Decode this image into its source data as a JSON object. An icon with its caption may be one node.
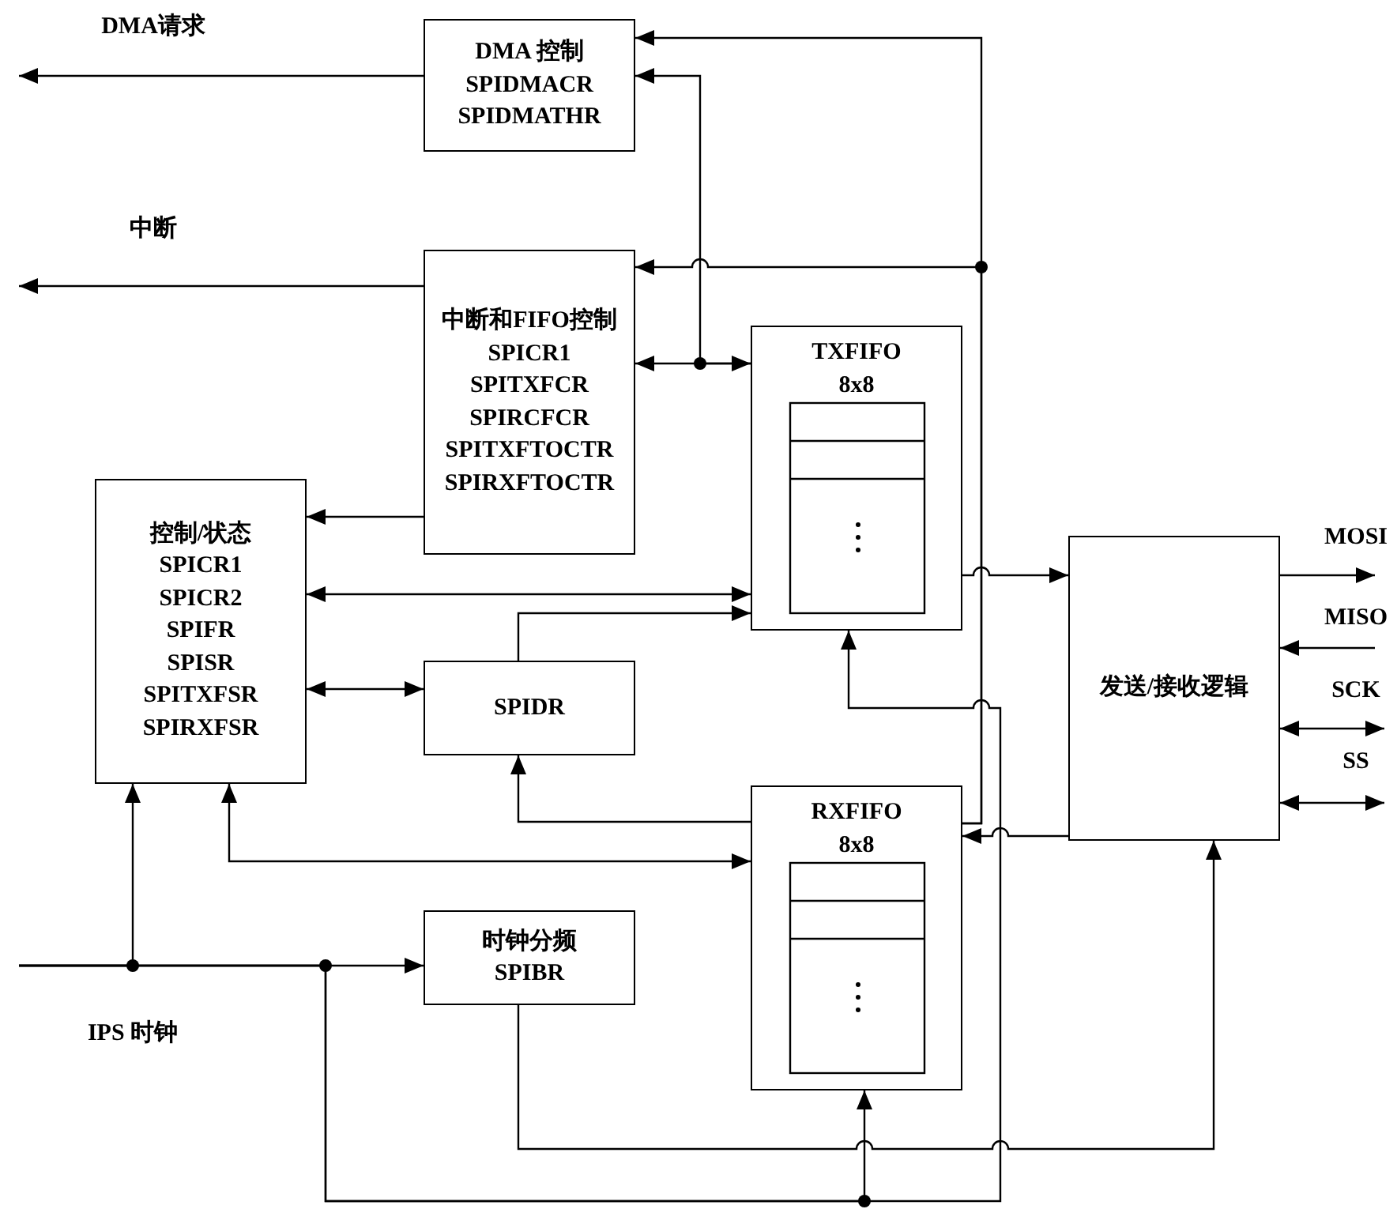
{
  "diagram": {
    "nodes": [
      {
        "text": [
          "DMA 控制",
          "SPIDMACR",
          "SPIDMATHR"
        ]
      },
      {
        "text": [
          "中断和FIFO控制",
          "SPICR1",
          "SPITXFCR",
          "SPIRCFCR",
          "SPITXFTOCTR",
          "SPIRXFTOCTR"
        ]
      },
      {
        "text": [
          "控制/状态",
          "SPICR1",
          "SPICR2",
          "SPIFR",
          "SPISR",
          "SPITXFSR",
          "SPIRXFSR"
        ]
      },
      {
        "text": [
          "SPIDR"
        ]
      },
      {
        "text": [
          "时钟分频",
          "SPIBR"
        ]
      },
      {
        "text": [
          "TXFIFO",
          "8x8"
        ]
      },
      {
        "text": [
          "RXFIFO",
          "8x8"
        ]
      },
      {
        "text": [
          "发送/接收逻辑"
        ]
      }
    ],
    "edges": [
      {
        "from": 0,
        "to": null,
        "arrow": "to"
      },
      {
        "from": 1,
        "to": null,
        "arrow": "to"
      },
      {
        "from": 1,
        "to": 2,
        "arrow": "to"
      },
      {
        "from": 2,
        "to": 5,
        "arrow": "both"
      },
      {
        "from": 2,
        "to": 3,
        "arrow": "both"
      },
      {
        "from": 3,
        "to": 5,
        "arrow": "to"
      },
      {
        "from": 6,
        "to": 3,
        "arrow": "to"
      },
      {
        "from": 2,
        "to": 6,
        "arrow": "both"
      },
      {
        "from": null,
        "to": 4,
        "arrow": "to"
      },
      {
        "from": null,
        "to": 2,
        "arrow": "to"
      },
      {
        "from": null,
        "to": 6,
        "arrow": "to"
      },
      {
        "from": null,
        "to": 5,
        "arrow": "to"
      },
      {
        "from": 4,
        "to": 7,
        "arrow": "to"
      },
      {
        "from": 5,
        "to": 7,
        "arrow": "to"
      },
      {
        "from": 7,
        "to": 6,
        "arrow": "to"
      },
      {
        "from": 6,
        "to": 0,
        "arrow": "to"
      },
      {
        "from": 6,
        "to": 1,
        "arrow": "to"
      },
      {
        "from": 1,
        "to": 5,
        "arrow": "both"
      },
      {
        "from": 5,
        "to": 0,
        "arrow": "to"
      },
      {
        "from": 7,
        "to": null,
        "arrow": "to"
      },
      {
        "from": null,
        "to": 7,
        "arrow": "to"
      },
      {
        "from": 7,
        "to": null,
        "arrow": "both"
      },
      {
        "from": 7,
        "to": null,
        "arrow": "both"
      }
    ],
    "labels": [
      "DMA请求",
      "中断",
      "MOSI",
      "MISO",
      "SCK",
      "SS",
      "IPS 时钟"
    ]
  }
}
